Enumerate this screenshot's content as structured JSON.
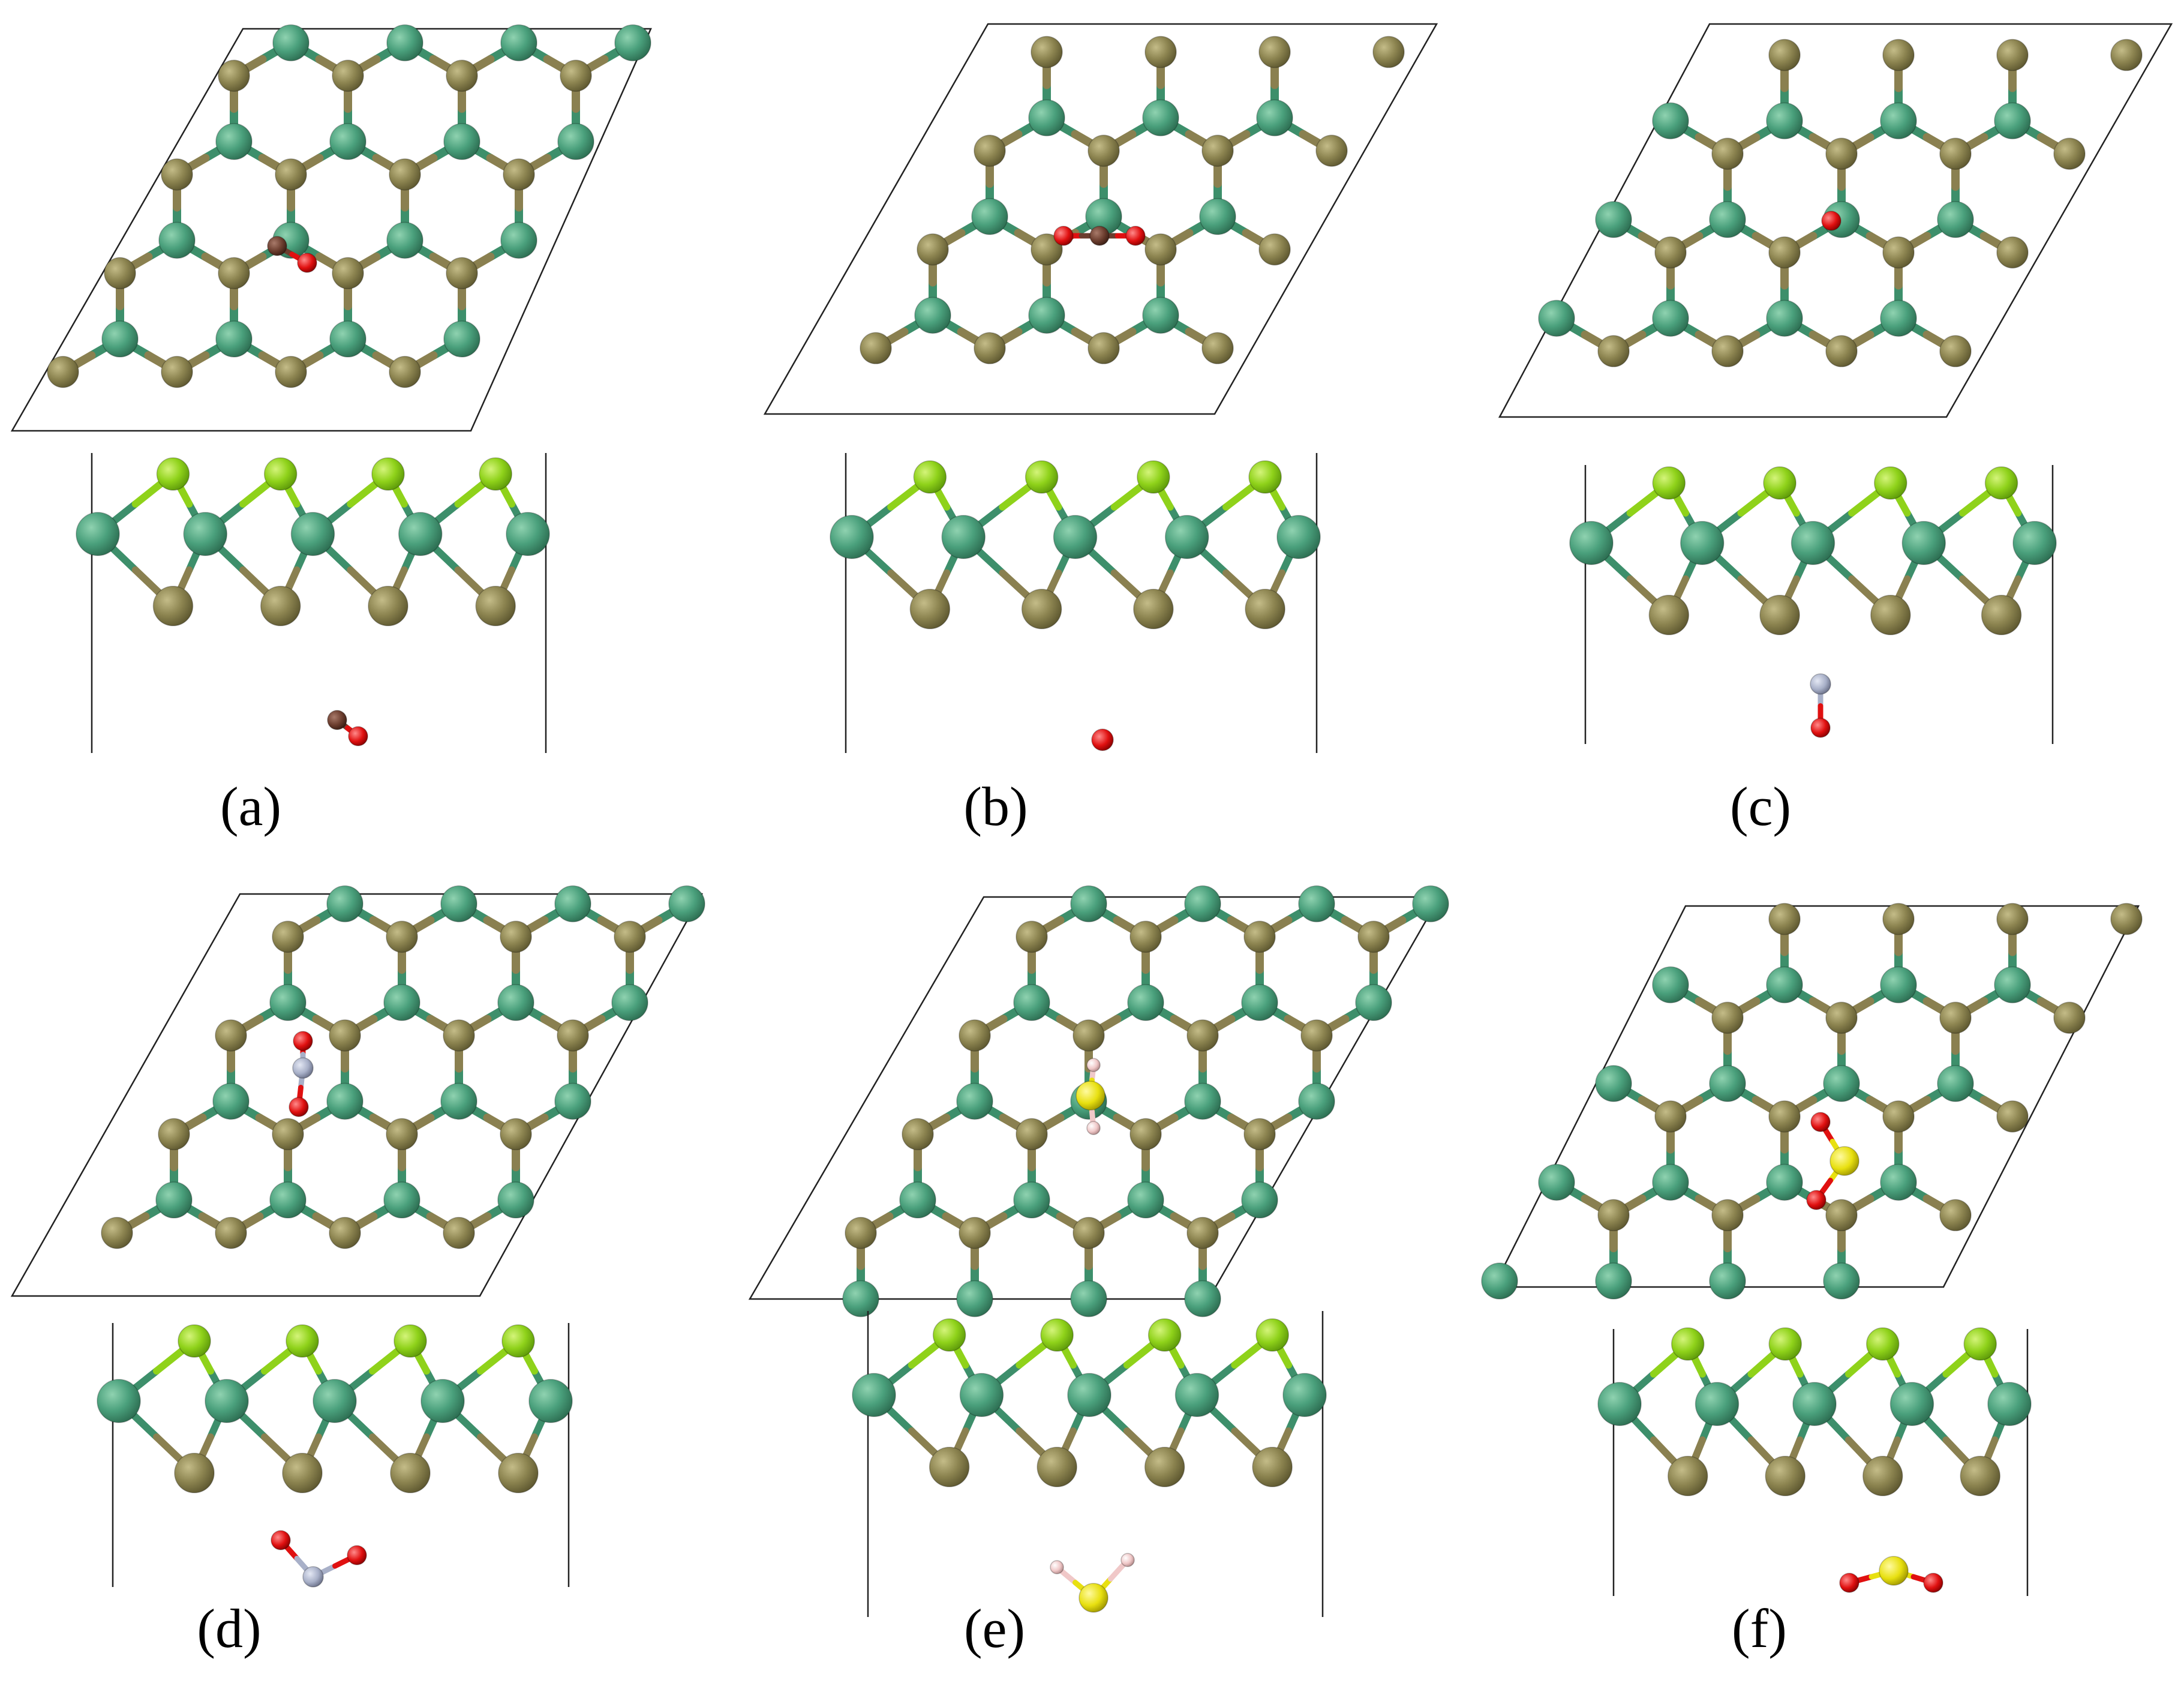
{
  "colors": {
    "metal": "#4aa07c",
    "metal_side": "#3b8a66",
    "chalcogen_bottom": "#8c8450",
    "chalcogen_top": "#8fd21a",
    "bond_metal": "#3d8f6b",
    "bond_chalc": "#8a8050",
    "oxygen": "#e01010",
    "carbon": "#6b3d2e",
    "nitrogen": "#a8b0c8",
    "sulfur": "#e8e010",
    "hydrogen": "#f0c8c8",
    "cell_line": "#222222"
  },
  "panels": [
    {
      "label": "(a)",
      "adsorbate": "CO"
    },
    {
      "label": "(b)",
      "adsorbate": "CO2"
    },
    {
      "label": "(c)",
      "adsorbate": "NO"
    },
    {
      "label": "(d)",
      "adsorbate": "NO2"
    },
    {
      "label": "(e)",
      "adsorbate": "H2S"
    },
    {
      "label": "(f)",
      "adsorbate": "SO2"
    }
  ]
}
